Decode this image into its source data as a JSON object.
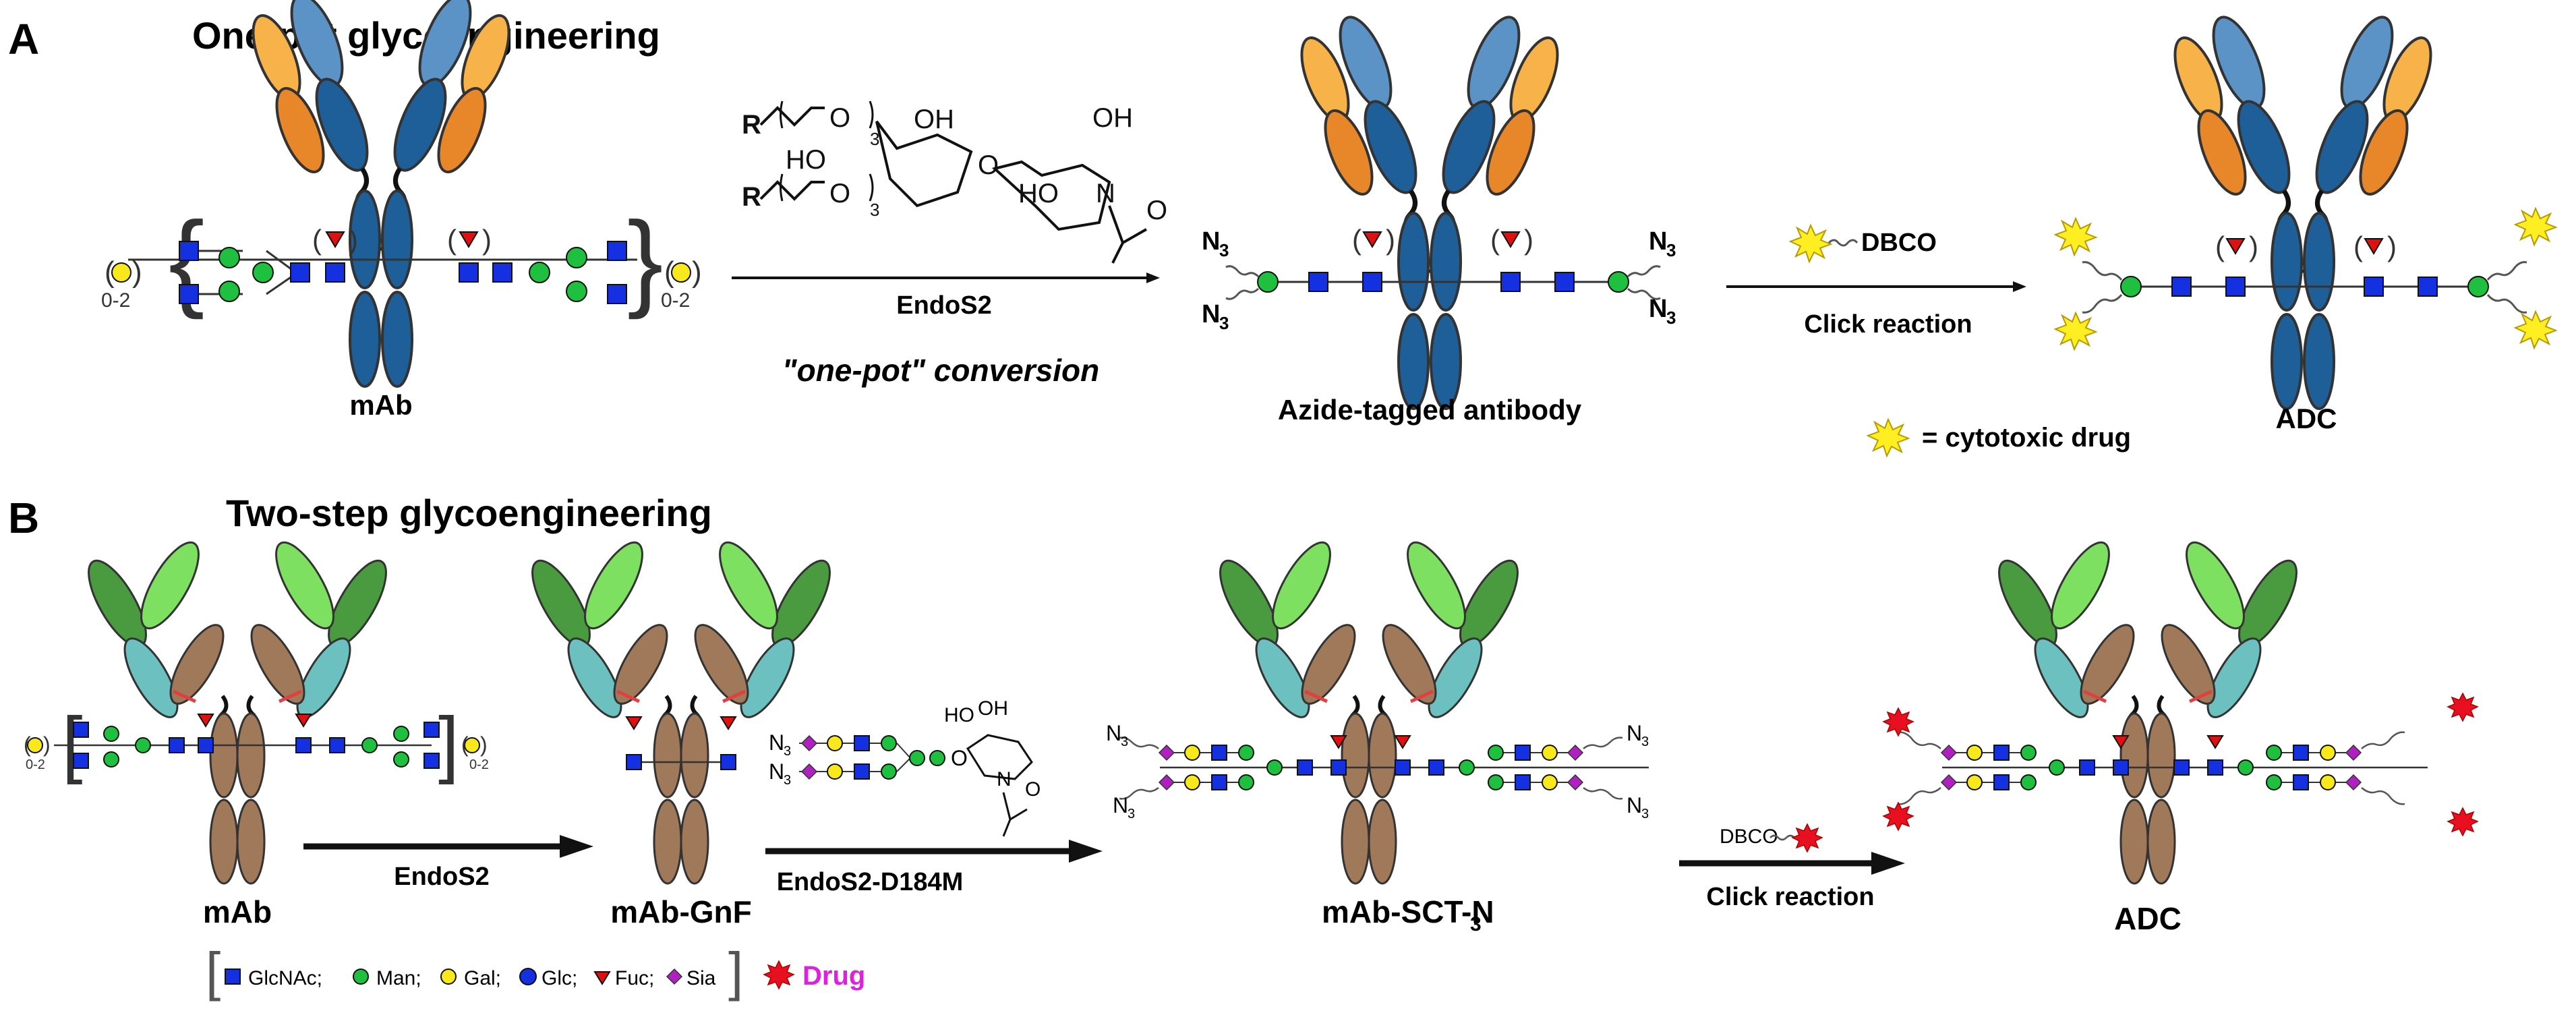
{
  "panel_a": {
    "letter": "A",
    "title": "One-pot glycoengineering",
    "mab_label": "mAb",
    "enzyme_label": "EndoS2",
    "conversion_label": "\"one-pot\" conversion",
    "product_label": "Azide-tagged antibody",
    "click_label": "Click reaction",
    "dbco_label": "DBCO",
    "adc_label": "ADC",
    "legend_text": "=  cytotoxic drug",
    "n3": "N",
    "n3_sub": "3",
    "gal_range": "0-2",
    "chem": {
      "R": "R",
      "OH": "OH",
      "HO": "HO",
      "O": "O",
      "N": "N",
      "sub3": "3"
    }
  },
  "panel_b": {
    "letter": "B",
    "title": "Two-step glycoengineering",
    "mab_label": "mAb",
    "step1_enzyme": "EndoS2",
    "intermediate_label": "mAb-GnF",
    "step2_enzyme": "EndoS2-D184M",
    "product_label": "mAb-SCT-N",
    "product_sub": "3",
    "click_label": "Click reaction",
    "dbco_label": "DBCO",
    "adc_label": "ADC",
    "gal_range": "0-2",
    "legend": {
      "glcnac": "GlcNAc;",
      "man": "Man;",
      "gal": "Gal;",
      "glc": "Glc;",
      "fuc": "Fuc;",
      "sia": "Sia",
      "drug": "Drug"
    }
  },
  "colors": {
    "heavy_chain_a": "#1f5f99",
    "light_chain_a": "#f0a040",
    "heavy_chain_b": "#a0785a",
    "light_chain_b": "#4caf50",
    "glcnac": "#1530e0",
    "man": "#1fbf3f",
    "gal": "#f8e81c",
    "fuc": "#e01010",
    "sia": "#b020c0",
    "drug_b": "#e81020",
    "drug_legend": "#e020e0"
  }
}
